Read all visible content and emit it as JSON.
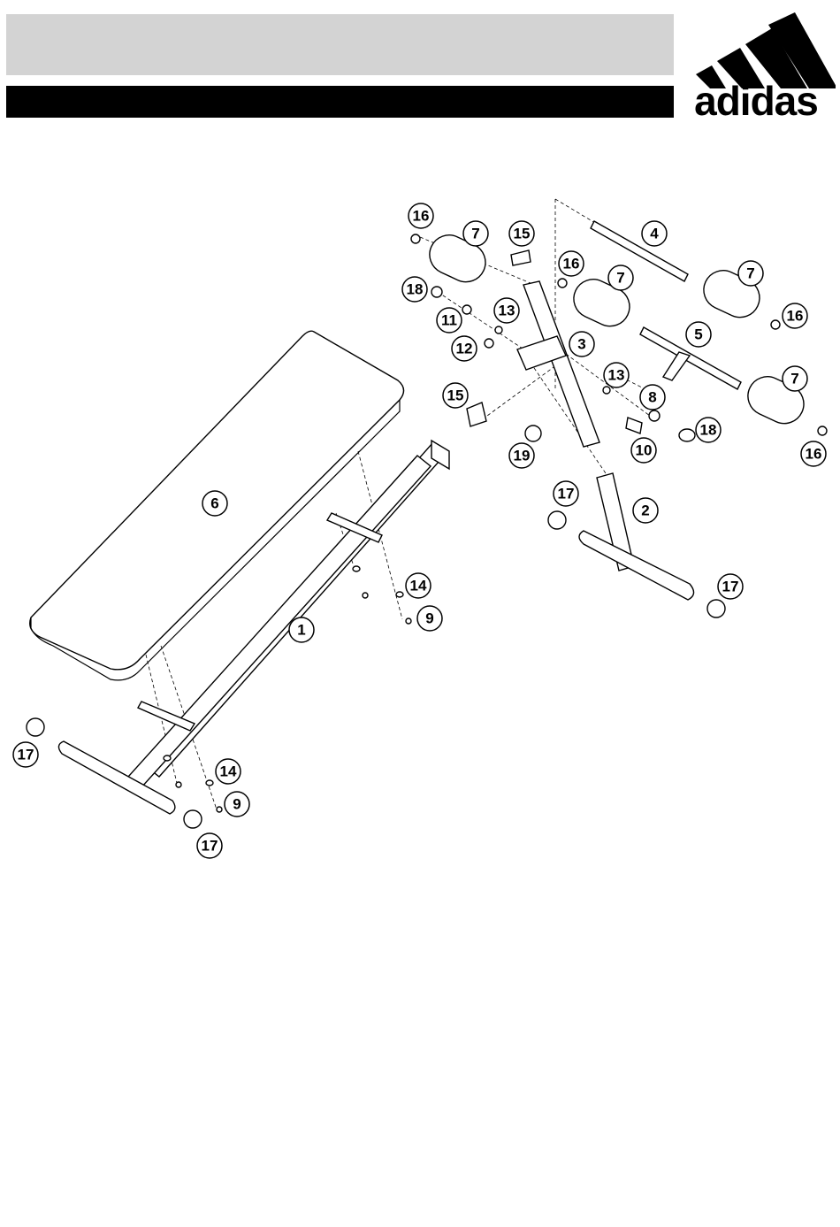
{
  "header": {
    "brand_text": "adidas",
    "registered_mark": "®"
  },
  "diagram": {
    "callouts": [
      {
        "id": "c16a",
        "label": "16"
      },
      {
        "id": "c7a",
        "label": "7"
      },
      {
        "id": "c15a",
        "label": "15"
      },
      {
        "id": "c4",
        "label": "4"
      },
      {
        "id": "c16b",
        "label": "16"
      },
      {
        "id": "c7b",
        "label": "7"
      },
      {
        "id": "c7c",
        "label": "7"
      },
      {
        "id": "c18a",
        "label": "18"
      },
      {
        "id": "c13a",
        "label": "13"
      },
      {
        "id": "c16c",
        "label": "16"
      },
      {
        "id": "c11",
        "label": "11"
      },
      {
        "id": "c12",
        "label": "12"
      },
      {
        "id": "c3",
        "label": "3"
      },
      {
        "id": "c5",
        "label": "5"
      },
      {
        "id": "c13b",
        "label": "13"
      },
      {
        "id": "c7d",
        "label": "7"
      },
      {
        "id": "c15b",
        "label": "15"
      },
      {
        "id": "c8",
        "label": "8"
      },
      {
        "id": "c18b",
        "label": "18"
      },
      {
        "id": "c19",
        "label": "19"
      },
      {
        "id": "c10",
        "label": "10"
      },
      {
        "id": "c16d",
        "label": "16"
      },
      {
        "id": "c6",
        "label": "6"
      },
      {
        "id": "c17a",
        "label": "17"
      },
      {
        "id": "c2",
        "label": "2"
      },
      {
        "id": "c17b",
        "label": "17"
      },
      {
        "id": "c14a",
        "label": "14"
      },
      {
        "id": "c9a",
        "label": "9"
      },
      {
        "id": "c1",
        "label": "1"
      },
      {
        "id": "c17c",
        "label": "17"
      },
      {
        "id": "c14b",
        "label": "14"
      },
      {
        "id": "c9b",
        "label": "9"
      },
      {
        "id": "c17d",
        "label": "17"
      }
    ]
  }
}
